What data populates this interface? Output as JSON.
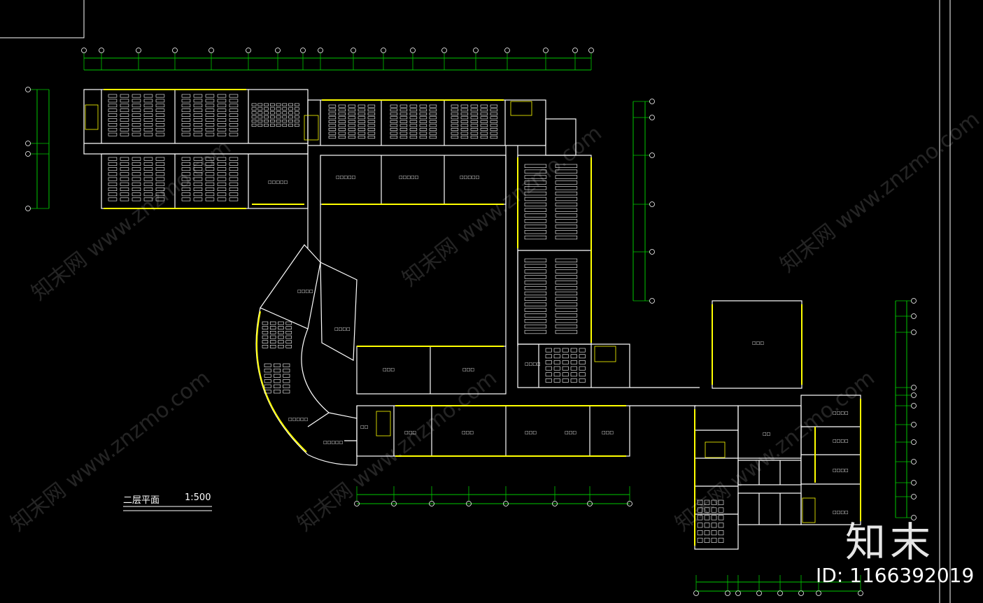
{
  "drawing": {
    "title": "二层平面",
    "scale": "1:500"
  },
  "watermark": {
    "logo": "知末",
    "image_id": "ID: 1166392019",
    "site_text": "知末网 www.znzmo.com"
  },
  "colors": {
    "background": "#000000",
    "walls": "#ffffff",
    "windows": "#ffff00",
    "dimension_lines": "#00ff00"
  }
}
